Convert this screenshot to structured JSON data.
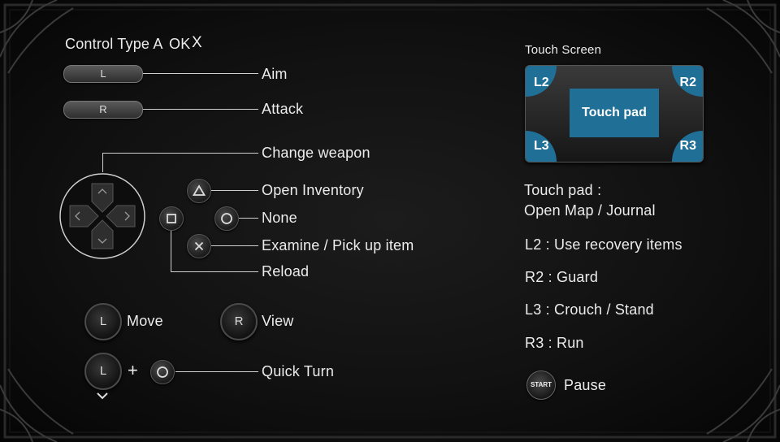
{
  "header": {
    "control_type": "Control Type A",
    "ok_label": "OK",
    "ok_glyph": "X"
  },
  "shoulder": {
    "l_label": "L",
    "l_action": "Aim",
    "r_label": "R",
    "r_action": "Attack"
  },
  "dpad": {
    "action": "Change weapon"
  },
  "face_buttons": {
    "triangle": "Open Inventory",
    "circle": "None",
    "cross": "Examine / Pick up item",
    "square": "Reload"
  },
  "sticks": {
    "left_label": "L",
    "left_action": "Move",
    "right_label": "R",
    "right_action": "View",
    "quick_turn_plus": "+",
    "quick_turn_action": "Quick Turn"
  },
  "touch": {
    "title": "Touch Screen",
    "l2": "L2",
    "r2": "R2",
    "l3": "L3",
    "r3": "R3",
    "pad": "Touch pad",
    "accent": "#1f6f96"
  },
  "descriptions": {
    "touchpad_line1": "Touch pad :",
    "touchpad_line2": "Open Map / Journal",
    "l2": "L2 : Use recovery items",
    "r2": "R2 : Guard",
    "l3": "L3 : Crouch / Stand",
    "r3": "R3 : Run"
  },
  "start": {
    "label": "START",
    "action": "Pause"
  }
}
